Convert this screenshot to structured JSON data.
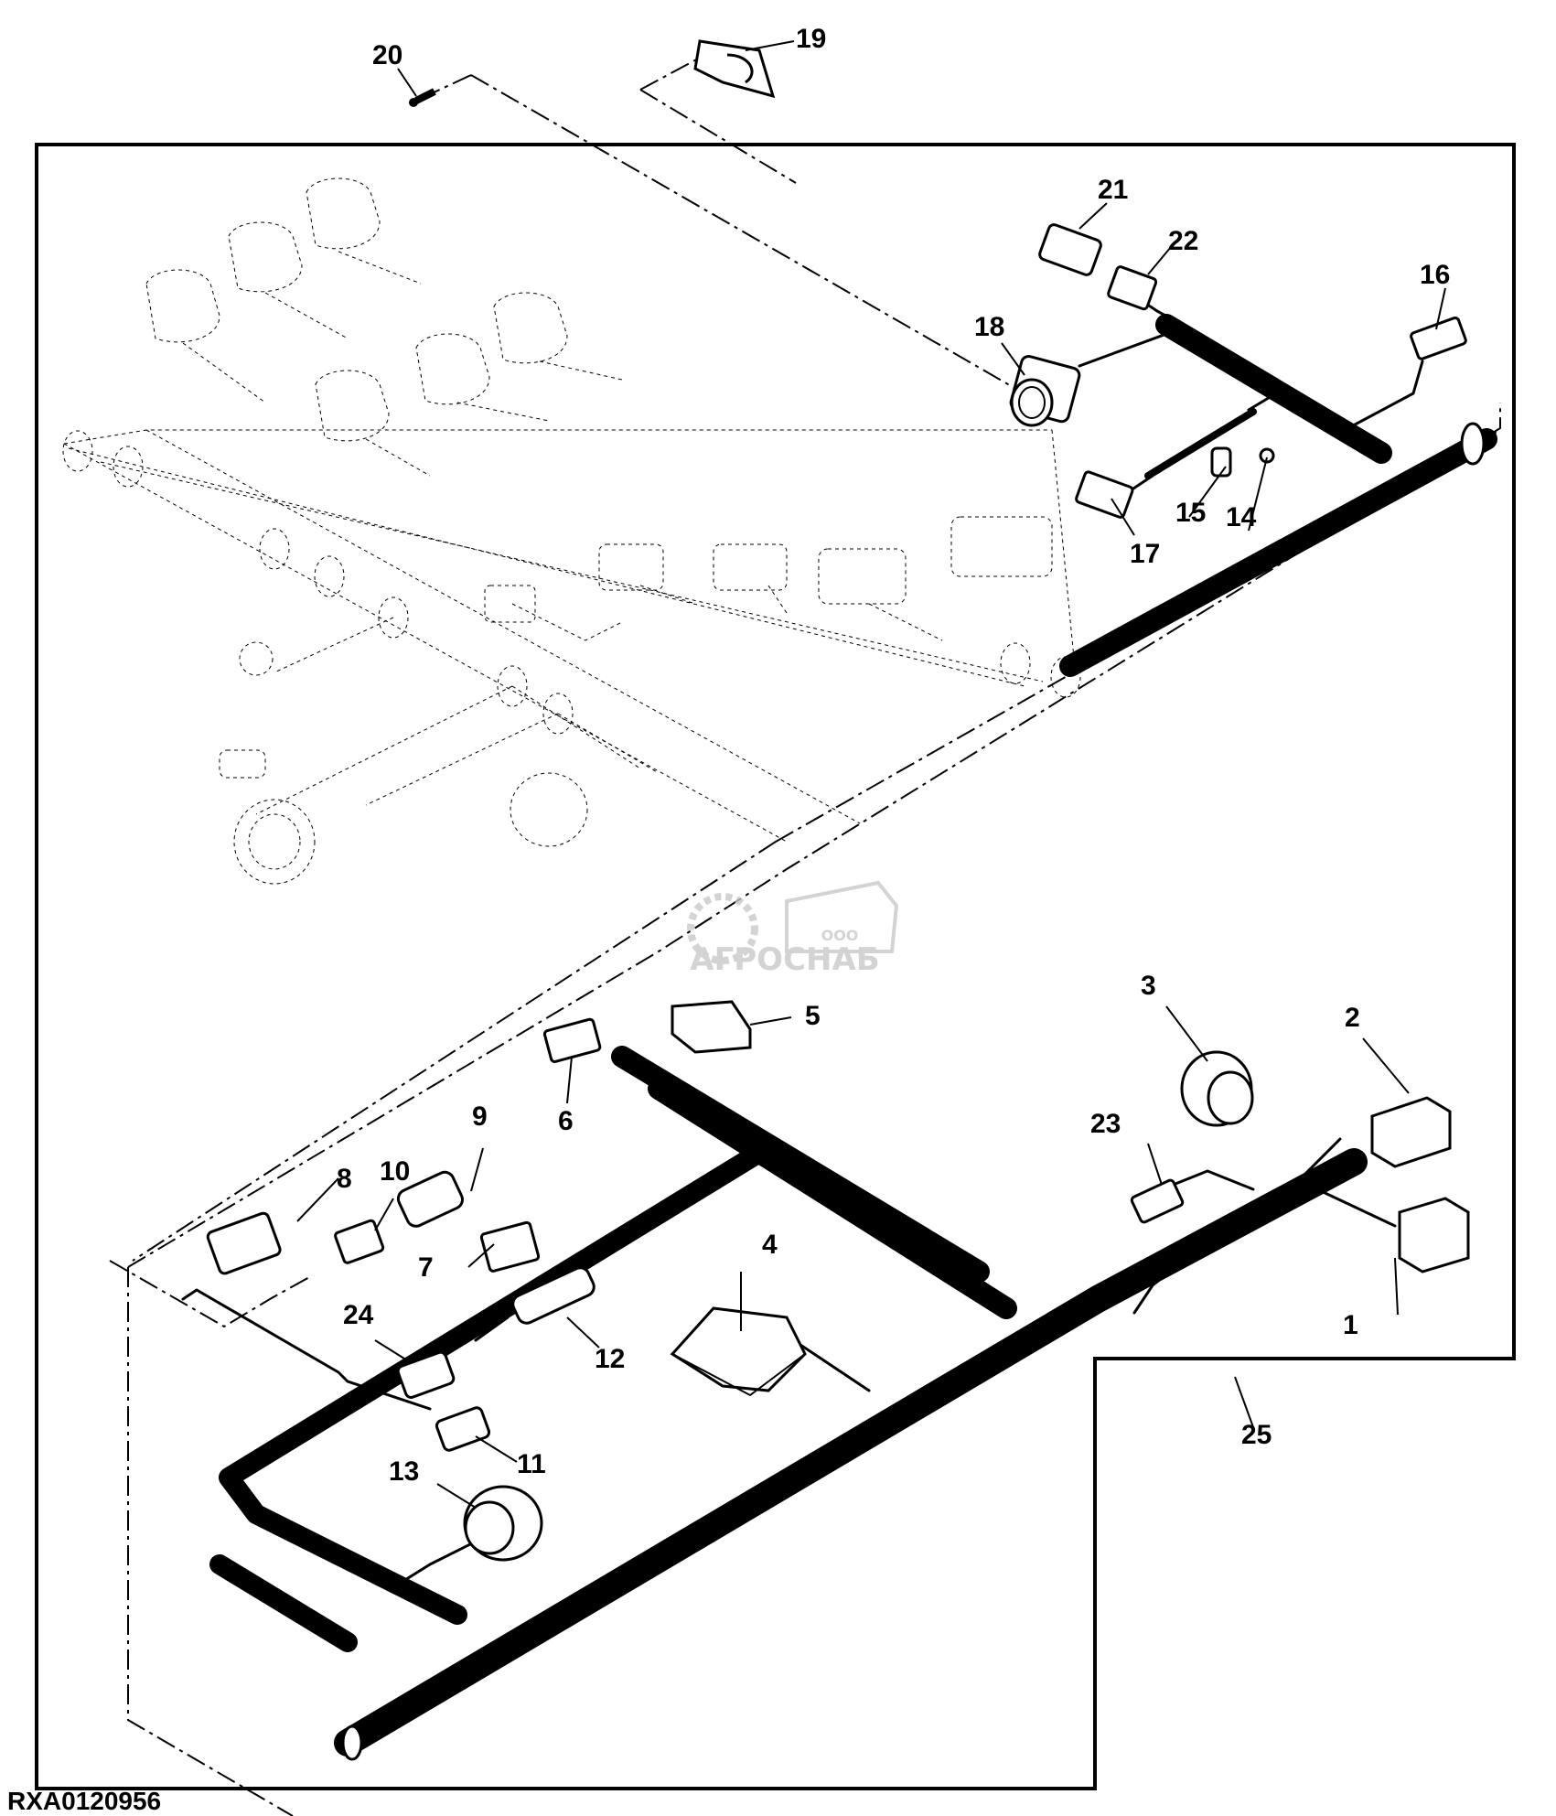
{
  "figure_id": "RXA0120956",
  "watermark": {
    "line1": "ООО",
    "line2": "АГРОСНАБ",
    "color": "#c9c9c9"
  },
  "callouts": [
    {
      "id": "1",
      "label": "1"
    },
    {
      "id": "2",
      "label": "2"
    },
    {
      "id": "3",
      "label": "3"
    },
    {
      "id": "4",
      "label": "4"
    },
    {
      "id": "5",
      "label": "5"
    },
    {
      "id": "6",
      "label": "6"
    },
    {
      "id": "7",
      "label": "7"
    },
    {
      "id": "8",
      "label": "8"
    },
    {
      "id": "9",
      "label": "9"
    },
    {
      "id": "10",
      "label": "10"
    },
    {
      "id": "11",
      "label": "11"
    },
    {
      "id": "12",
      "label": "12"
    },
    {
      "id": "13",
      "label": "13"
    },
    {
      "id": "14",
      "label": "14"
    },
    {
      "id": "15",
      "label": "15"
    },
    {
      "id": "16",
      "label": "16"
    },
    {
      "id": "17",
      "label": "17"
    },
    {
      "id": "18",
      "label": "18"
    },
    {
      "id": "19",
      "label": "19"
    },
    {
      "id": "20",
      "label": "20"
    },
    {
      "id": "21",
      "label": "21"
    },
    {
      "id": "22",
      "label": "22"
    },
    {
      "id": "23",
      "label": "23"
    },
    {
      "id": "24",
      "label": "24"
    },
    {
      "id": "25",
      "label": "25"
    }
  ]
}
